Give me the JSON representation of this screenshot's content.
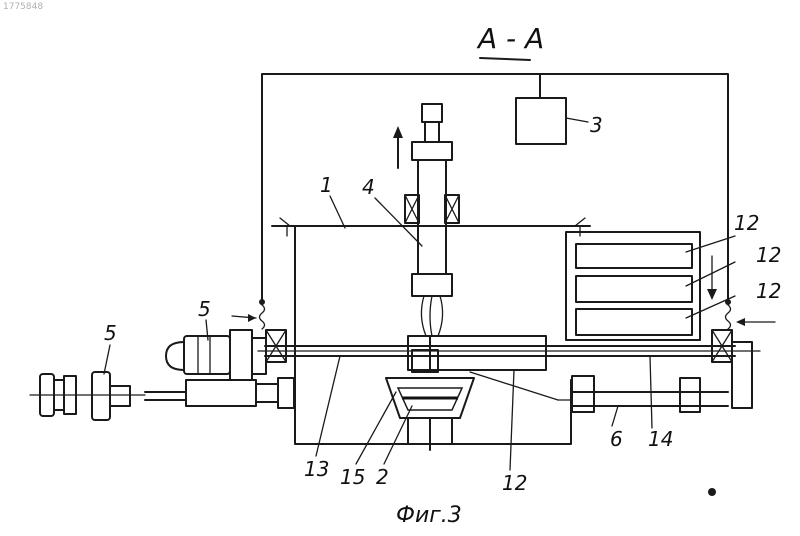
{
  "doc_number": "1775848",
  "section_title": "A - A",
  "caption": "Фиг.3",
  "labels": {
    "l1": "1",
    "l2": "2",
    "l3": "3",
    "l4": "4",
    "l5a": "5",
    "l5b": "5",
    "l6": "6",
    "l12a": "12",
    "l12b": "12",
    "l12c": "12",
    "l12d": "12",
    "l13": "13",
    "l14": "14",
    "l15": "15"
  }
}
